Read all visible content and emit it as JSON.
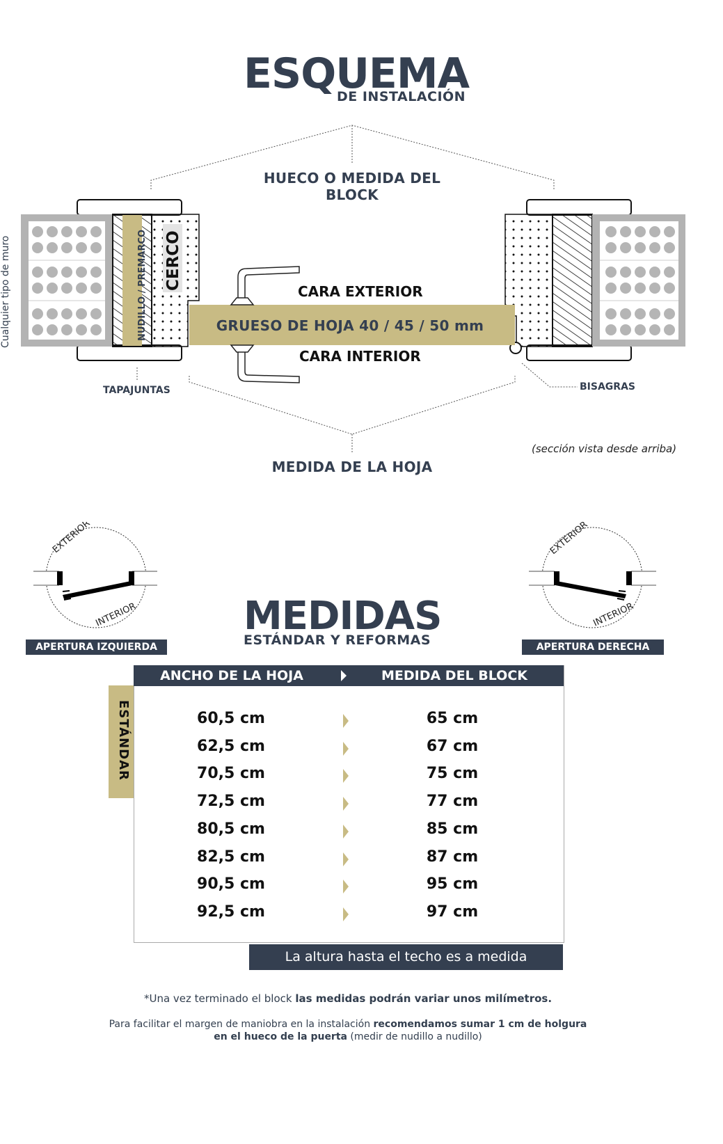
{
  "header": {
    "title": "ESQUEMA",
    "subtitle": "DE INSTALACIÓN"
  },
  "diagram": {
    "block_label": "HUECO O MEDIDA DEL BLOCK",
    "wall_label": "Cualquier tipo de muro",
    "nudillo_label": "NUDILLO / PREMARCO",
    "cerco_label": "CERCO",
    "cara_exterior": "CARA EXTERIOR",
    "cara_interior": "CARA INTERIOR",
    "grueso_label": "GRUESO DE HOJA  40 / 45 / 50 mm",
    "tapajuntas_label": "TAPAJUNTAS",
    "bisagras_label": "BISAGRAS",
    "section_note": "(sección vista desde arriba)",
    "hoja_label": "MEDIDA DE LA HOJA",
    "colors": {
      "navy": "#343f50",
      "gold": "#c8bb84",
      "wall_gray": "#b3b3b3",
      "dot_gray": "#b5b5b5"
    }
  },
  "openings": {
    "left": {
      "exterior": "EXTERIOR",
      "interior": "INTERIOR",
      "badge": "APERTURA IZQUIERDA"
    },
    "right": {
      "exterior": "EXTERIOR",
      "interior": "INTERIOR",
      "badge": "APERTURA DERECHA"
    }
  },
  "medidas": {
    "title": "MEDIDAS",
    "subtitle": "ESTÁNDAR Y REFORMAS",
    "side_label": "ESTÁNDAR",
    "columns": [
      "ANCHO DE LA HOJA",
      "MEDIDA DEL BLOCK"
    ],
    "rows": [
      {
        "hoja": "60,5 cm",
        "block": "65 cm"
      },
      {
        "hoja": "62,5 cm",
        "block": "67 cm"
      },
      {
        "hoja": "70,5 cm",
        "block": "75 cm"
      },
      {
        "hoja": "72,5 cm",
        "block": "77 cm"
      },
      {
        "hoja": "80,5 cm",
        "block": "85 cm"
      },
      {
        "hoja": "82,5 cm",
        "block": "87 cm"
      },
      {
        "hoja": "90,5 cm",
        "block": "95 cm"
      },
      {
        "hoja": "92,5 cm",
        "block": "97 cm"
      }
    ],
    "height_note": "La altura hasta el techo es a medida"
  },
  "notes": {
    "note1_plain": "*Una vez terminado el block ",
    "note1_bold": "las medidas podrán variar unos milímetros.",
    "note2_plain": "Para facilitar el margen de maniobra en la instalación ",
    "note2_bold1": "recomendamos sumar 1 cm de holgura",
    "note2_bold2": "en el hueco de la puerta",
    "note2_tail": " (medir de nudillo a nudillo)"
  }
}
